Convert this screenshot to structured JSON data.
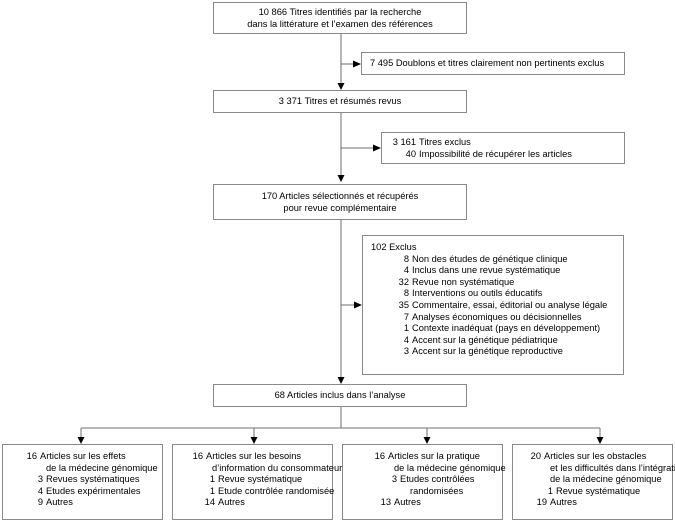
{
  "diagram": {
    "type": "prisma-flowchart",
    "language": "fr",
    "stroke_color": "#8a8a8a",
    "connector_color": "#6f6f6f",
    "background": "#ffffff",
    "nodes": {
      "identified": {
        "id": "identified",
        "lines": [
          "10 866 Titres identifiés par la recherche",
          "dans la littérature et l’examen des références"
        ]
      },
      "duplicates_excluded": {
        "id": "duplicates_excluded",
        "lines": [
          "7 495 Doublons et titres clairement non pertinents exclus"
        ]
      },
      "titles_reviewed": {
        "id": "titles_reviewed",
        "lines": [
          "3 371 Titres et résumés revus"
        ]
      },
      "titles_excluded": {
        "id": "titles_excluded",
        "rows": [
          {
            "num": "3 161",
            "txt": "Titres exclus"
          },
          {
            "num": "40",
            "txt": "Impossibilité de récupérer les articles"
          }
        ]
      },
      "articles_retrieved": {
        "id": "articles_retrieved",
        "lines": [
          "170 Articles sélectionnés et récupérés",
          "pour revue complémentaire"
        ]
      },
      "exclusions": {
        "id": "exclusions",
        "header": "102 Exclus",
        "rows": [
          {
            "num": "8",
            "txt": "Non des études de génétique clinique"
          },
          {
            "num": "4",
            "txt": "Inclus dans une revue systématique"
          },
          {
            "num": "32",
            "txt": "Revue non systématique"
          },
          {
            "num": "8",
            "txt": "Interventions ou outils éducatifs"
          },
          {
            "num": "35",
            "txt": "Commentaire, essai, éditorial ou analyse légale"
          },
          {
            "num": "7",
            "txt": "Analyses économiques ou décisionnelles"
          },
          {
            "num": "1",
            "txt": "Contexte inadéquat (pays en développement)"
          },
          {
            "num": "4",
            "txt": "Accent sur la génétique pédiatrique"
          },
          {
            "num": "3",
            "txt": "Accent sur la génétique reproductive"
          }
        ]
      },
      "included": {
        "id": "included",
        "lines": [
          "68 Articles inclus dans l’analyse"
        ]
      },
      "outcome_effects": {
        "id": "outcome_effects",
        "rows": [
          {
            "num": "16",
            "txt": "Articles sur les effets"
          },
          {
            "num": "",
            "txt": "de la médecine génomique"
          },
          {
            "num": "3",
            "txt": "Revues systématiques"
          },
          {
            "num": "4",
            "txt": "Etudes expérimentales"
          },
          {
            "num": "9",
            "txt": "Autres"
          }
        ]
      },
      "outcome_needs": {
        "id": "outcome_needs",
        "rows": [
          {
            "num": "16",
            "txt": "Articles sur les besoins"
          },
          {
            "num": "",
            "txt": "d’information du consommateur"
          },
          {
            "num": "1",
            "txt": "Revue systématique"
          },
          {
            "num": "1",
            "txt": "Etude contrôlée randomisée"
          },
          {
            "num": "14",
            "txt": "Autres"
          }
        ]
      },
      "outcome_practice": {
        "id": "outcome_practice",
        "rows": [
          {
            "num": "16",
            "txt": "Articles sur la pratique"
          },
          {
            "num": "",
            "txt": "de la médecine génomique"
          },
          {
            "num": "3",
            "txt": "Etudes contrôlées"
          },
          {
            "num": "",
            "txt": "randomisées"
          },
          {
            "num": "13",
            "txt": "Autres"
          }
        ]
      },
      "outcome_barriers": {
        "id": "outcome_barriers",
        "rows": [
          {
            "num": "20",
            "txt": "Articles sur les obstacles"
          },
          {
            "num": "",
            "txt": "et les difficultés dans l’intégration"
          },
          {
            "num": "",
            "txt": "de la médecine génomique"
          },
          {
            "num": "1",
            "txt": "Revue systématique"
          },
          {
            "num": "19",
            "txt": "Autres"
          }
        ]
      }
    }
  }
}
